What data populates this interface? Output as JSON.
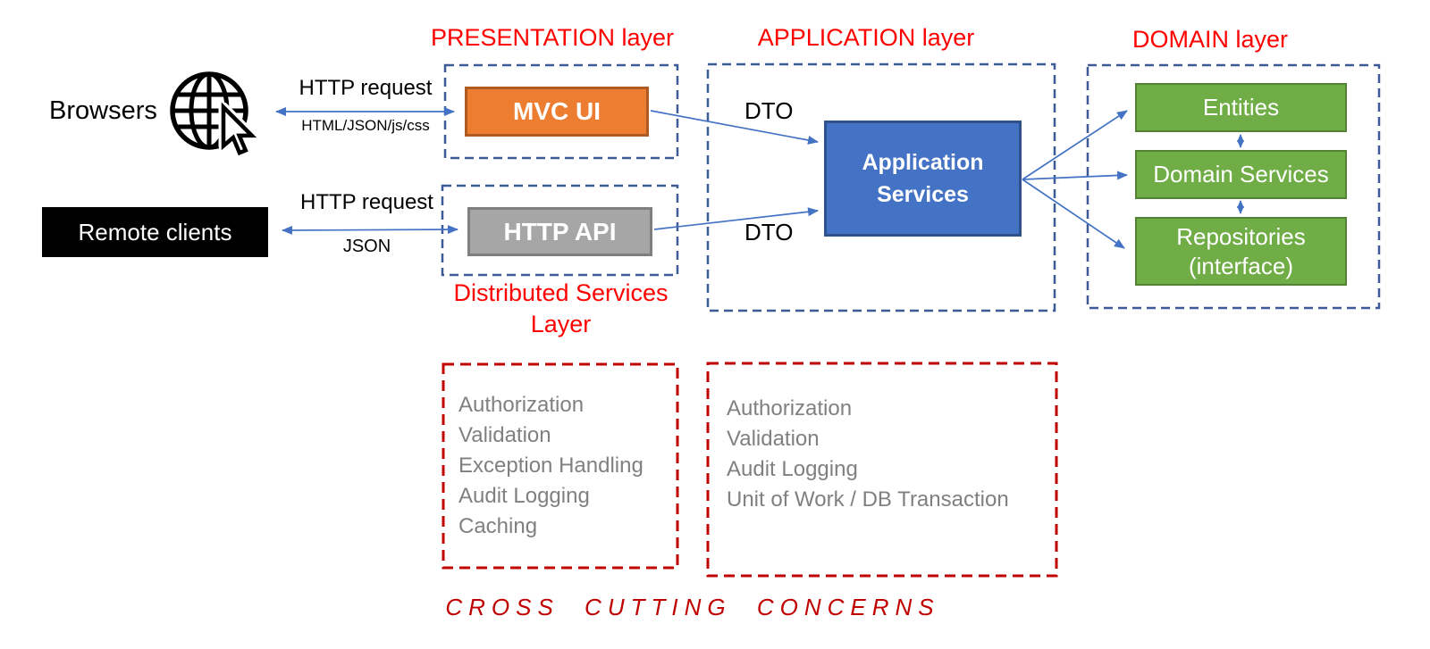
{
  "colors": {
    "layer_title_red": "#FF0000",
    "cross_cutting_red": "#C00000",
    "orange_fill": "#ED7D31",
    "orange_border": "#AE5A21",
    "gray_fill": "#A6A6A6",
    "gray_border": "#7F7F7F",
    "blue_fill": "#4472C4",
    "blue_border": "#2F528F",
    "green_fill": "#70AD47",
    "green_border": "#538135",
    "dashed_layer_blue": "#3C5A96",
    "arrow_blue": "#4472C4",
    "concern_text_gray": "#808080"
  },
  "clients": {
    "browsers_label": "Browsers",
    "remote_label": "Remote clients"
  },
  "edges": {
    "browser_top": "HTTP request",
    "browser_bottom": "HTML/JSON/js/css",
    "remote_top": "HTTP request",
    "remote_bottom": "JSON",
    "dto_top": "DTO",
    "dto_bottom": "DTO"
  },
  "layers": {
    "presentation": {
      "title": "PRESENTATION layer",
      "component": "MVC UI"
    },
    "distributed_services": {
      "title": "Distributed Services Layer",
      "component": "HTTP API"
    },
    "application": {
      "title": "APPLICATION layer",
      "component": "Application Services"
    },
    "domain": {
      "title": "DOMAIN layer",
      "components": [
        "Entities",
        "Domain Services",
        "Repositories (interface)"
      ]
    }
  },
  "cross_cutting": {
    "presentation_concerns": [
      "Authorization",
      "Validation",
      "Exception Handling",
      "Audit Logging",
      "Caching"
    ],
    "application_concerns": [
      "Authorization",
      "Validation",
      "Audit Logging",
      "Unit of Work / DB Transaction"
    ],
    "footer": "CROSS CUTTING CONCERNS"
  }
}
